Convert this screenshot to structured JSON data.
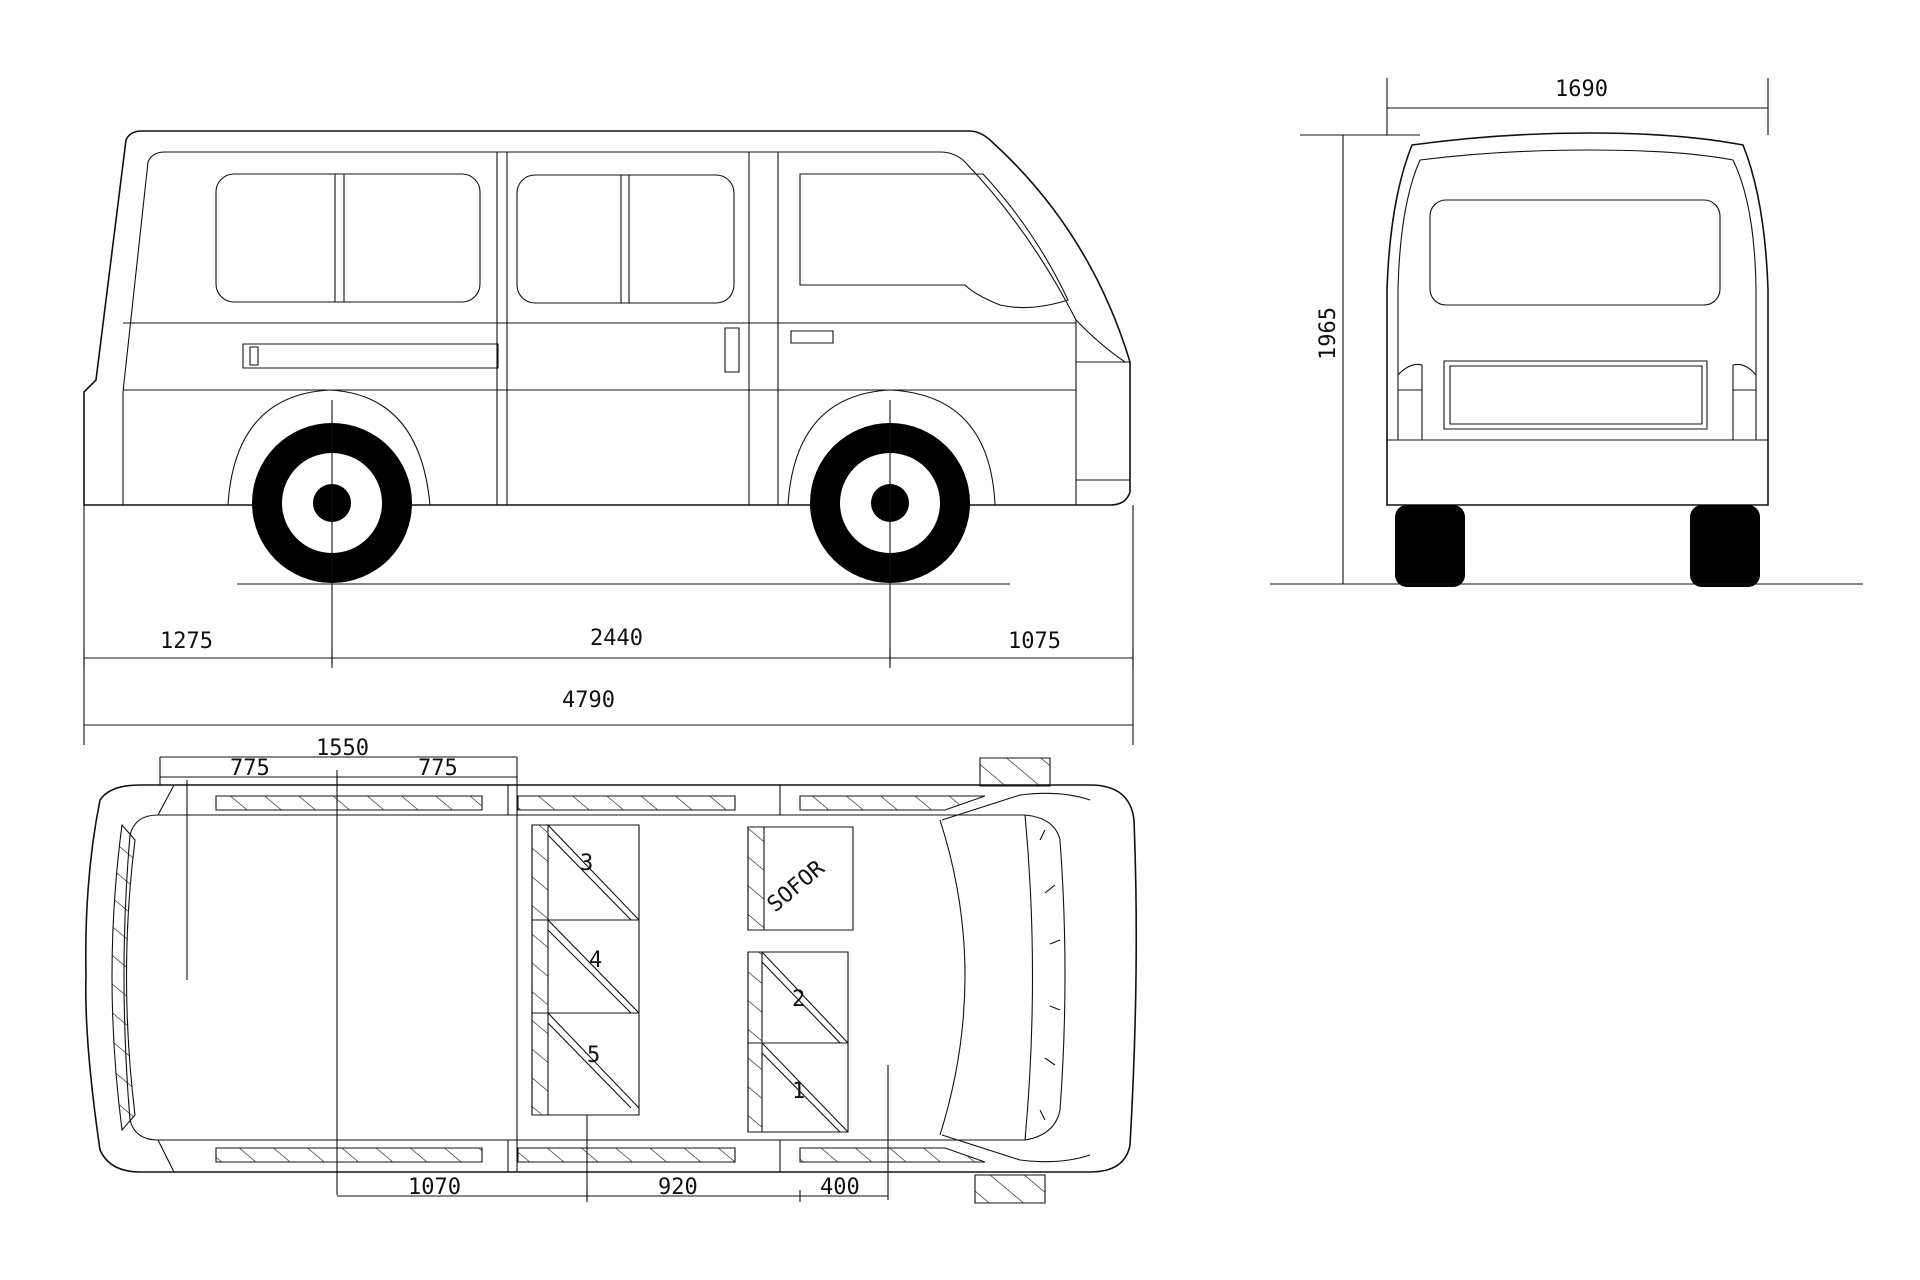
{
  "dimensions": {
    "front_overhang": "1275",
    "wheelbase": "2440",
    "rear_overhang": "1075",
    "total_length": "4790",
    "width": "1690",
    "height": "1965",
    "rear_cabin": "1550",
    "rear_cabin_half_a": "775",
    "rear_cabin_half_b": "775",
    "floor_a": "1070",
    "floor_b": "920",
    "floor_c": "400"
  },
  "seats": [
    "1",
    "2",
    "3",
    "4",
    "5"
  ],
  "driver_label": "SOFOR"
}
